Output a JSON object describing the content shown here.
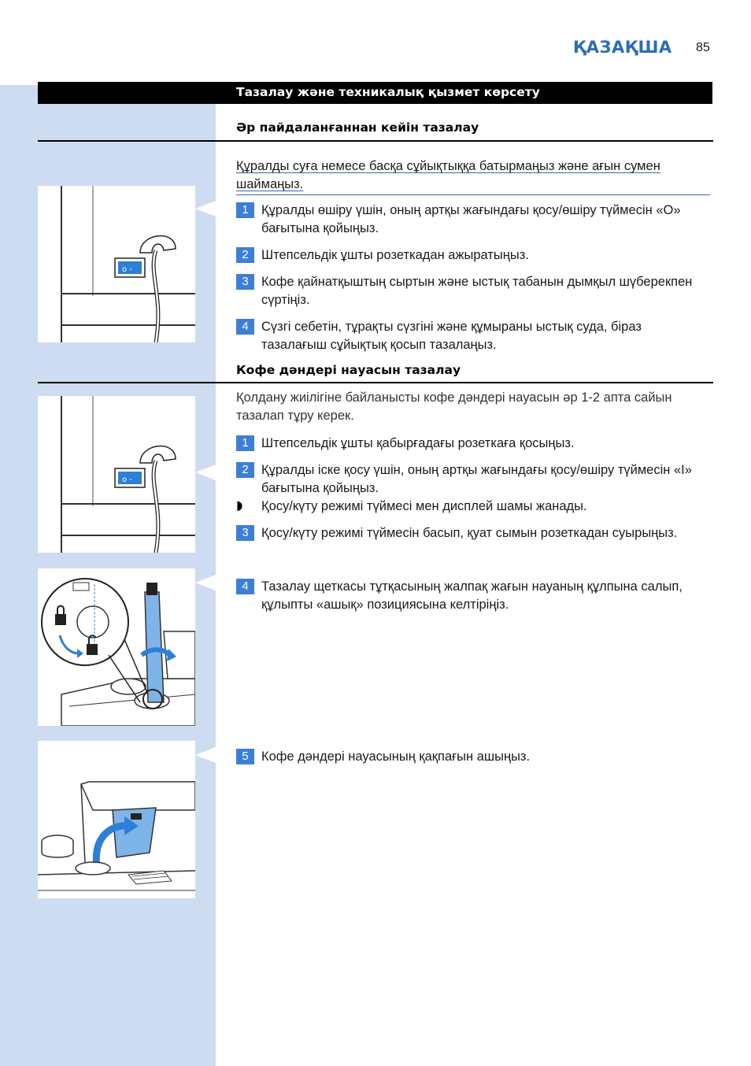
{
  "header": {
    "language": "ҚАЗАҚША",
    "page_number": "85"
  },
  "section": {
    "title": "Тазалау және техникалық қызмет көрсету"
  },
  "cleaning_after_use": {
    "heading": "Әр пайдаланғаннан кейін тазалау",
    "notice": "Құралды суға немесе басқа сұйықтыққа батырмаңыз және ағын сумен шаймаңыз.",
    "steps": [
      {
        "num": "1",
        "text": "Құралды өшіру үшін, оның артқы жағындағы қосу/өшіру түймесін «O» бағытына қойыңыз."
      },
      {
        "num": "2",
        "text": "Штепсельдік ұшты розеткадан ажыратыңыз."
      },
      {
        "num": "3",
        "text": "Кофе қайнатқыштың сыртын және ыстық табанын дымқыл шүберекпен сүртіңіз."
      },
      {
        "num": "4",
        "text": "Сүзгі себетін, тұрақты сүзгіні және құмыраны ыстық суда, біраз тазалағыш сұйықтық қосып тазалаңыз."
      }
    ]
  },
  "bean_tray": {
    "heading": "Кофе дәндері науасын тазалау",
    "intro": "Қолдану жиілігіне байланысты кофе дәндері науасын әр 1-2 апта сайын тазалап тұру керек.",
    "steps": [
      {
        "num": "1",
        "text": "Штепсельдік ұшты қабырғадағы розеткаға қосыңыз."
      },
      {
        "num": "2",
        "text": "Құралды іске қосу үшін, оның артқы жағындағы қосу/өшіру түймесін «I» бағытына қойыңыз."
      },
      {
        "num": "3",
        "text": "Қосу/күту режимі түймесін басып, қуат сымын розеткадан суырыңыз."
      },
      {
        "num": "4",
        "text": "Тазалау щеткасы тұтқасының жалпақ жағын науаның құлпына салып, құлыпты «ашық» позициясына келтіріңіз."
      },
      {
        "num": "5",
        "text": "Кофе дәндері науасының қақпағын ашыңыз."
      }
    ],
    "result": {
      "mark": "◗",
      "text": "Қосу/күту режимі түймесі мен дисплей шамы жанады."
    }
  },
  "colors": {
    "accent": "#3d7fd6",
    "heading_blue": "#2b6cb8",
    "sidebar": "#cddcf1"
  },
  "figures": [
    "power-switch-off-figure",
    "power-switch-on-figure",
    "tray-unlock-figure",
    "tray-lid-open-figure"
  ]
}
